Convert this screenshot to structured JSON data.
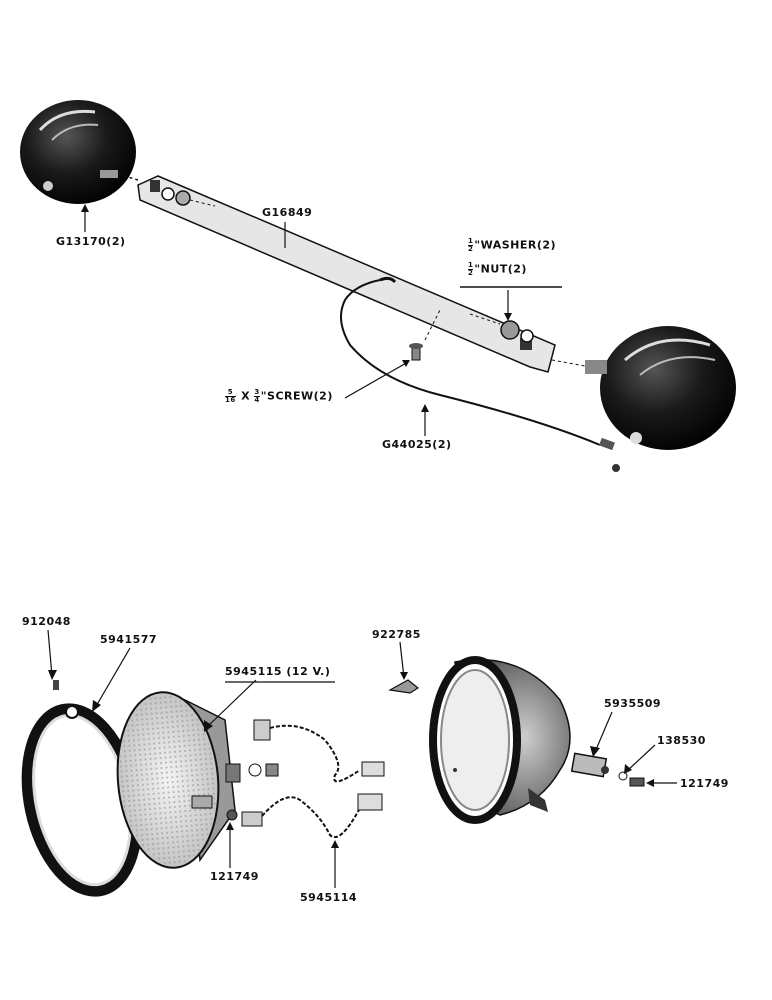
{
  "labels": {
    "lamp_left": "G13170(2)",
    "bar": "G16849",
    "washer": "WASHER(2)",
    "washer_frac_num": "1",
    "washer_frac_den": "2",
    "washer_inch": "\"",
    "nut": "NUT(2)",
    "nut_frac_num": "1",
    "nut_frac_den": "2",
    "nut_inch": "\"",
    "screw_a_num": "5",
    "screw_a_den": "16",
    "screw_x": "X",
    "screw_b_num": "3",
    "screw_b_den": "4",
    "screw_inch": "\"",
    "screw": "SCREW(2)",
    "cable": "G44025(2)",
    "p912048": "912048",
    "p5941577": "5941577",
    "p5945115": "5945115 (12 V.)",
    "p922785": "922785",
    "p5935509": "5935509",
    "p138530": "138530",
    "p121749_right": "121749",
    "p121749_left": "121749",
    "p5945114": "5945114"
  }
}
